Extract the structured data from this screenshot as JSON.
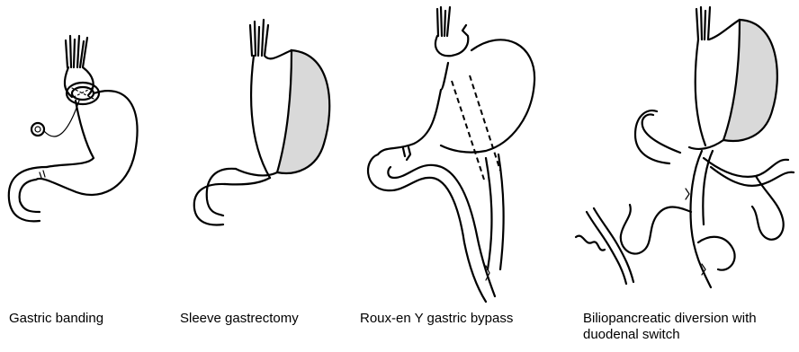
{
  "figure": {
    "panels": [
      {
        "id": "gastric-banding",
        "caption": "Gastric banding"
      },
      {
        "id": "sleeve-gastrectomy",
        "caption": "Sleeve gastrectomy"
      },
      {
        "id": "roux-en-y",
        "caption": "Roux-en Y gastric bypass"
      },
      {
        "id": "bpd-ds",
        "caption_line1": "Biliopancreatic diversion with",
        "caption_line2": "duodenal switch"
      }
    ]
  }
}
